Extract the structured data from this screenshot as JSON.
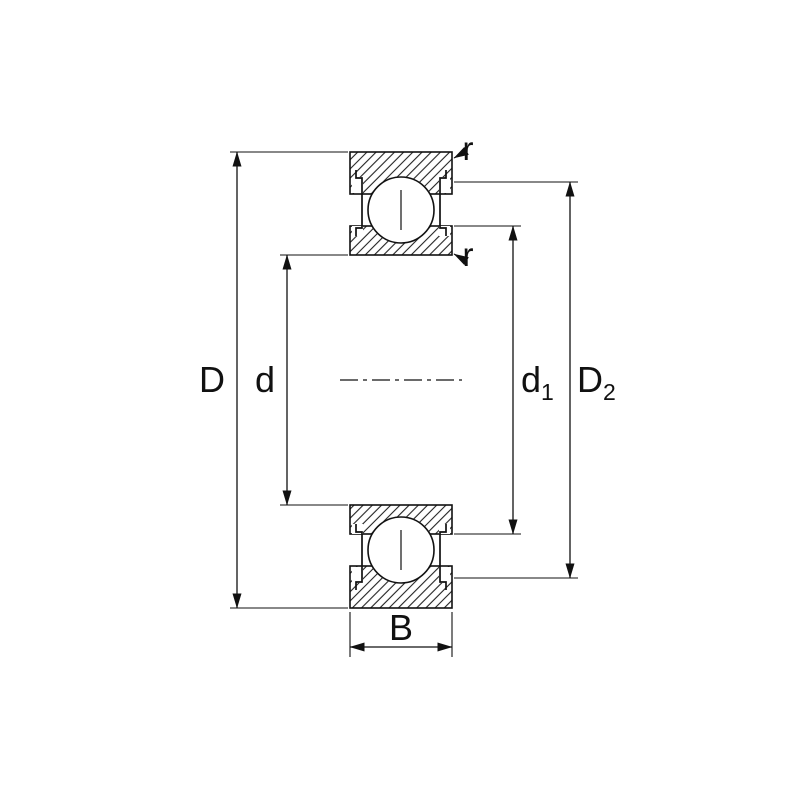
{
  "diagram": {
    "colors": {
      "line": "#111111",
      "background": "#ffffff"
    },
    "labels": {
      "outer_diameter": "D",
      "bore": "d",
      "d1": {
        "base": "d",
        "sub": "1"
      },
      "D2": {
        "base": "D",
        "sub": "2"
      },
      "width": "B",
      "r_top": "r",
      "r_bottom": "r"
    }
  }
}
